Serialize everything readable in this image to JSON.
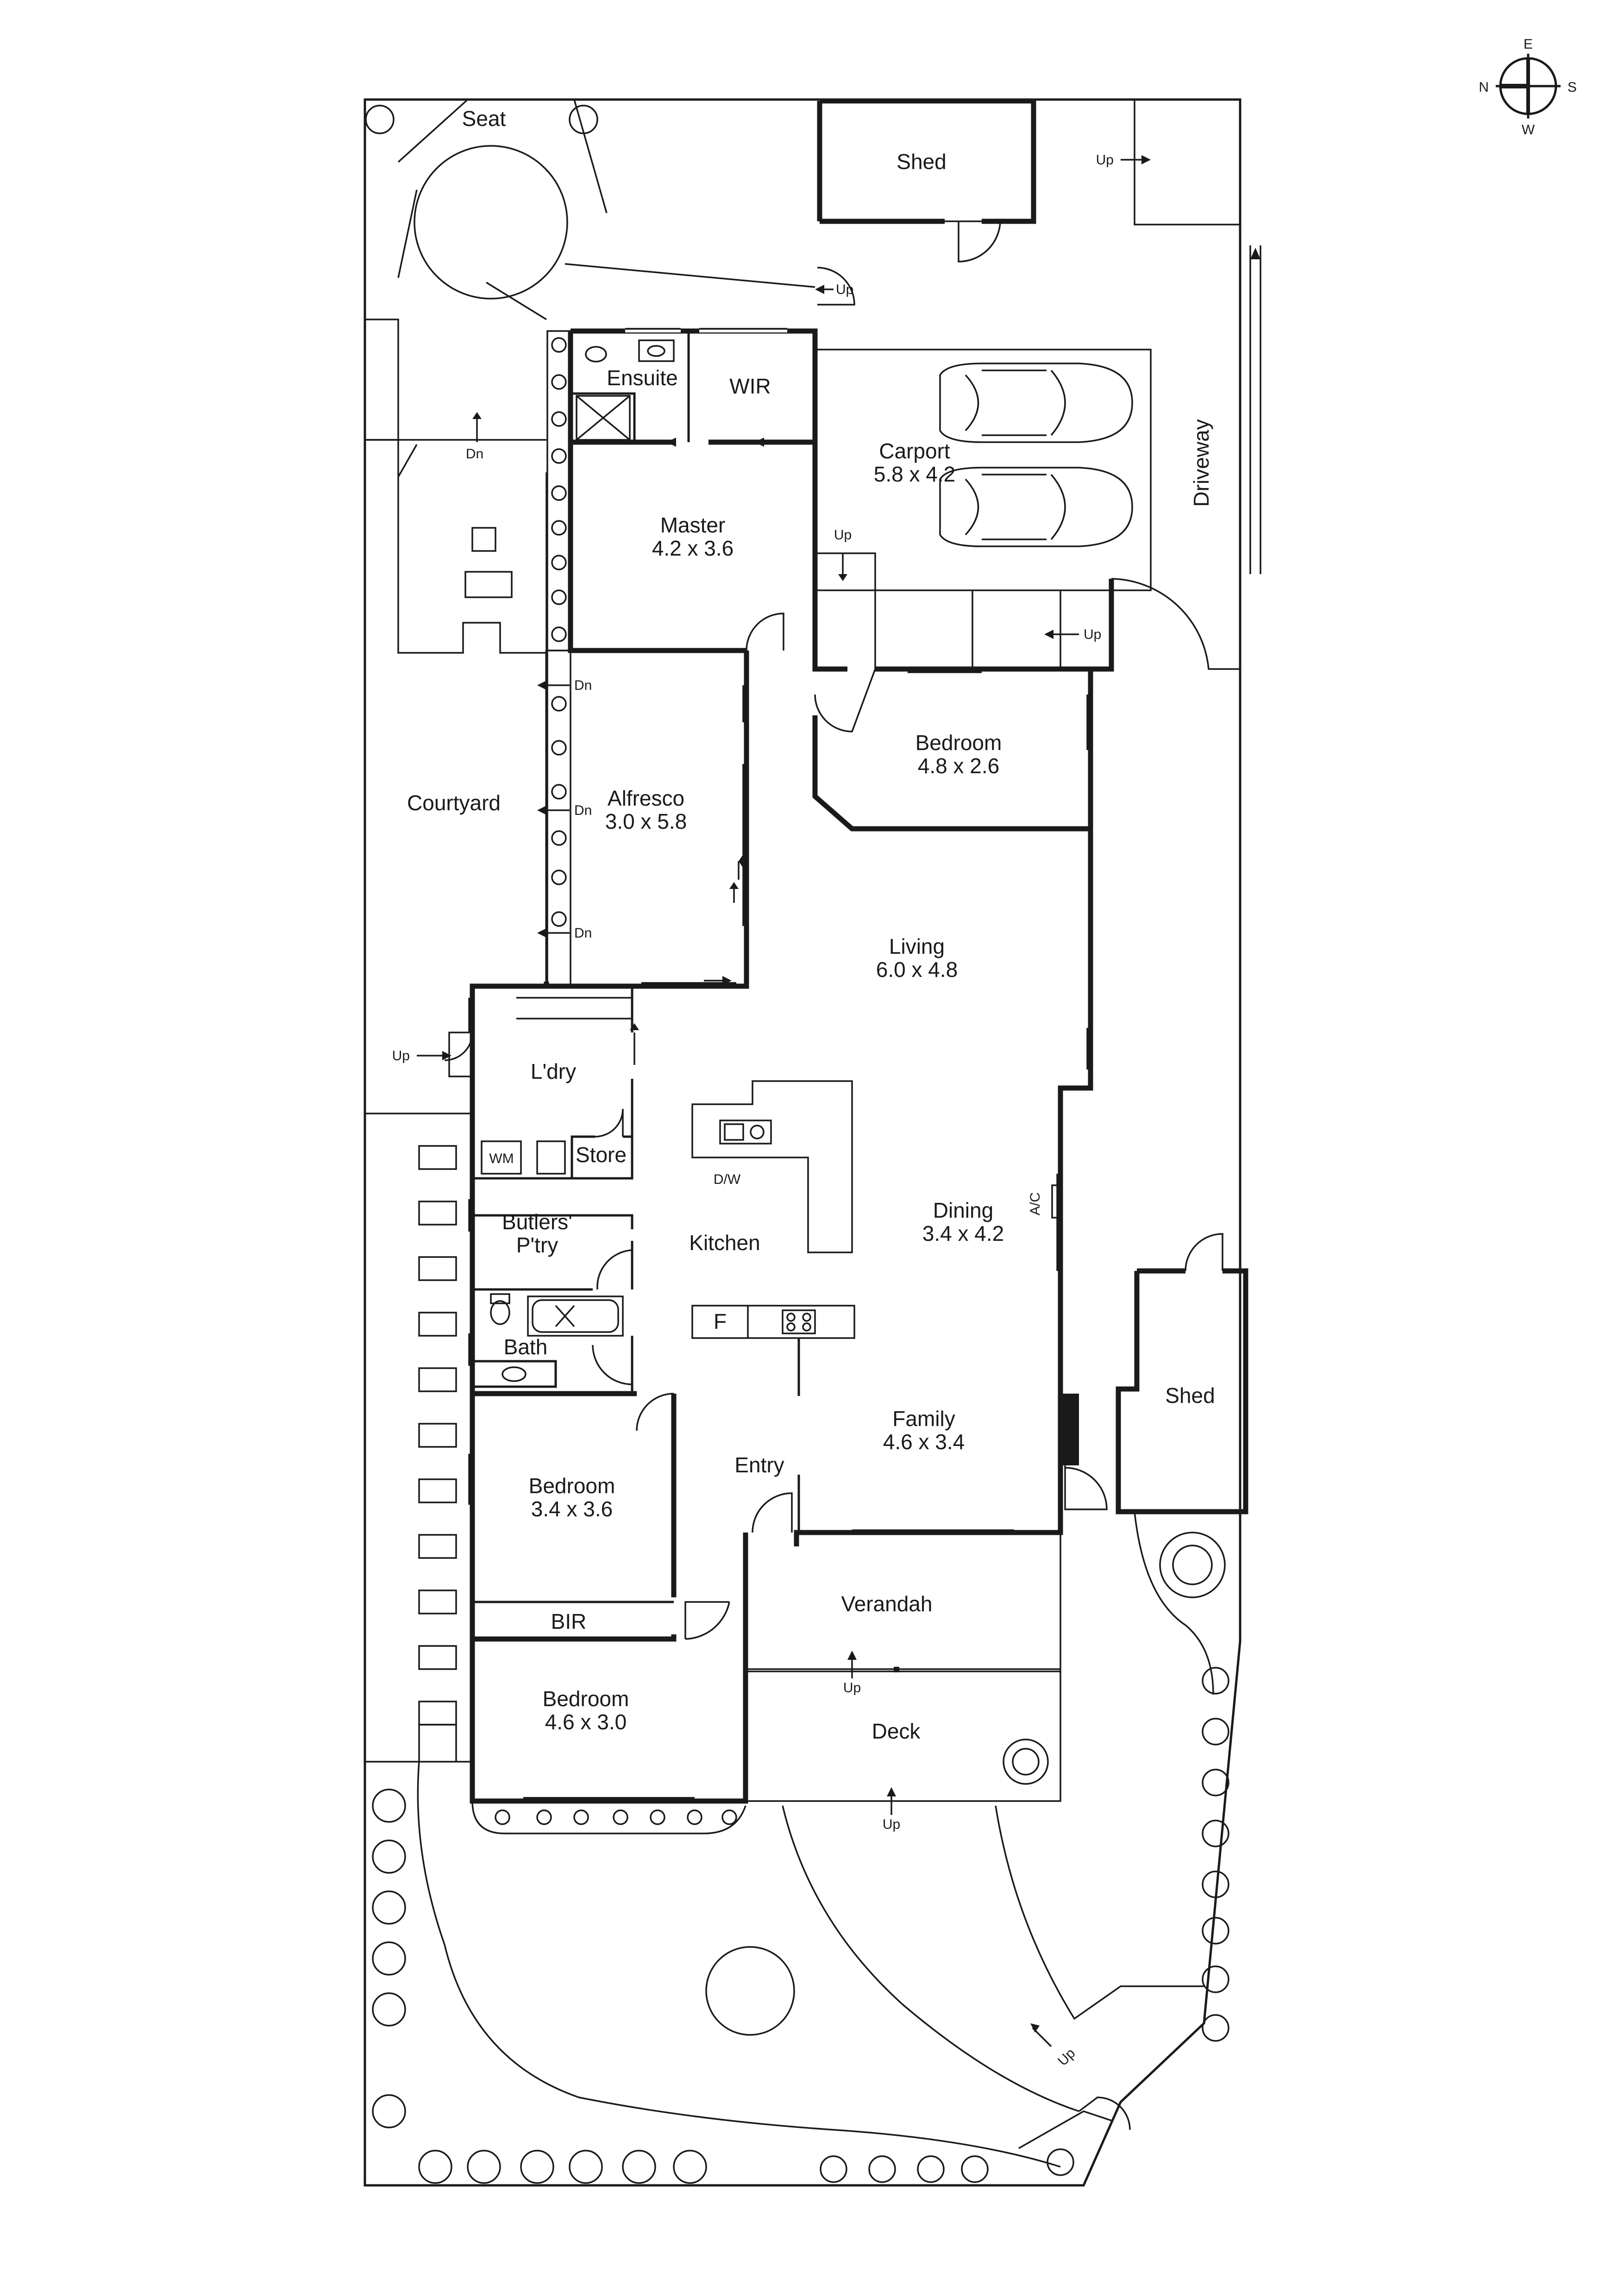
{
  "compass": {
    "n": "N",
    "e": "E",
    "s": "S",
    "w": "W"
  },
  "rooms": {
    "seat": "Seat",
    "shed_top": "Shed",
    "ensuite": "Ensuite",
    "wir": "WIR",
    "carport": {
      "name": "Carport",
      "dims": "5.8 x 4.2"
    },
    "master": {
      "name": "Master",
      "dims": "4.2 x 3.6"
    },
    "driveway": "Driveway",
    "bedroom_1": {
      "name": "Bedroom",
      "dims": "4.8 x 2.6"
    },
    "alfresco": {
      "name": "Alfresco",
      "dims": "3.0 x 5.8"
    },
    "courtyard": "Courtyard",
    "living": {
      "name": "Living",
      "dims": "6.0 x 4.8"
    },
    "laundry": "L'dry",
    "store": "Store",
    "wm": "WM",
    "dw": "D/W",
    "ac": "A/C",
    "butlers": {
      "line1": "Butlers'",
      "line2": "P'try"
    },
    "kitchen": "Kitchen",
    "dining": {
      "name": "Dining",
      "dims": "3.4 x 4.2"
    },
    "fridge": "F",
    "bath": "Bath",
    "shed_side": "Shed",
    "family": {
      "name": "Family",
      "dims": "4.6 x 3.4"
    },
    "entry": "Entry",
    "bedroom_2": {
      "name": "Bedroom",
      "dims": "3.4 x 3.6"
    },
    "bir": "BIR",
    "verandah": "Verandah",
    "bedroom_3": {
      "name": "Bedroom",
      "dims": "4.6 x 3.0"
    },
    "deck": "Deck"
  },
  "steps": {
    "up": "Up",
    "dn": "Dn"
  }
}
